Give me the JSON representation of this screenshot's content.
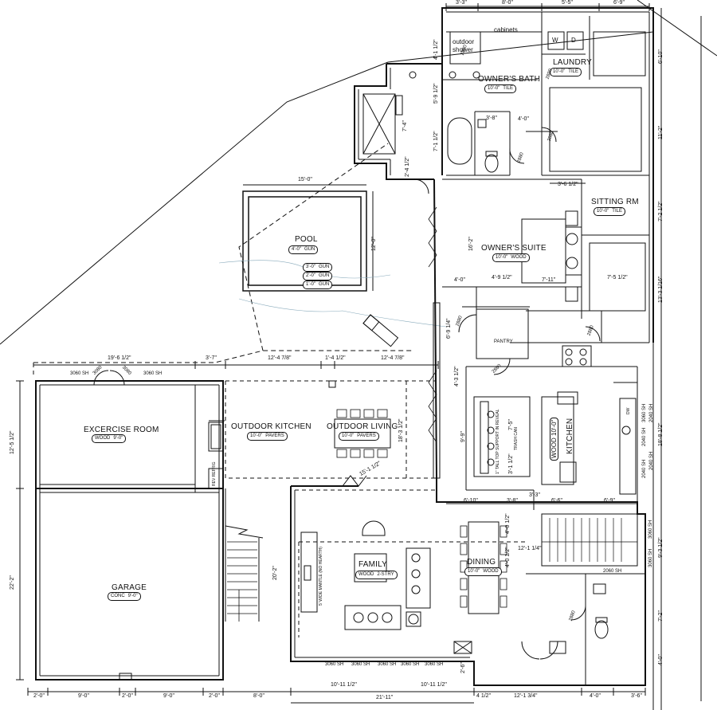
{
  "rooms": {
    "exercise_room": {
      "name": "EXCERCISE ROOM",
      "tag_left": "WOOD",
      "tag_right": "9'-0\""
    },
    "garage": {
      "name": "GARAGE",
      "tag_left": "CONC",
      "tag_right": "9'-0\""
    },
    "pool": {
      "name": "POOL",
      "tag_left": "4'-0\"",
      "tag_right": "GUN",
      "depths": [
        "3'-0\"",
        "2'-0\"",
        "1'-0\""
      ],
      "depth_finish": "GUN"
    },
    "outdoor_kitchen": {
      "name": "OUTDOOR KITCHEN",
      "tag_left": "10'-0\"",
      "tag_right": "PAVERS"
    },
    "outdoor_living": {
      "name": "OUTDOOR LIVING",
      "tag_left": "10'-0\"",
      "tag_right": "PAVERS"
    },
    "owners_bath": {
      "name": "OWNER'S BATH",
      "tag_left": "10'-0\"",
      "tag_right": "TILE"
    },
    "laundry": {
      "name": "LAUNDRY",
      "tag_left": "10'-0\"",
      "tag_right": "TILE"
    },
    "sitting_rm": {
      "name": "SITTING RM",
      "tag_left": "10'-0\"",
      "tag_right": "TILE"
    },
    "owners_suite": {
      "name": "OWNER'S SUITE",
      "tag_left": "10'-0\"",
      "tag_right": "WOOD"
    },
    "family": {
      "name": "FAMILY",
      "tag_left": "WOOD",
      "tag_right": "2-STRY"
    },
    "dining": {
      "name": "DINING",
      "tag_left": "10'-0\"",
      "tag_right": "WOOD"
    },
    "kitchen": {
      "name": "KITCHEN",
      "tag_text": "WOOD 10'-0\""
    }
  },
  "labels": {
    "outdoor_shower": "outdoor shower",
    "cabinets": "cabinets",
    "washer": "W",
    "dryer": "D",
    "pantry": "PANTRY",
    "rev_refrig": "REV REFRIG",
    "tall_top": "1\" TALL TOP SUPPORT IN REVEAL",
    "trash_can": "TRASH CAN",
    "mantle": "5' WIDE MANTLE (NO HEARTH)",
    "dw": "DW"
  },
  "dims": {
    "top": [
      "3'-3\"",
      "8'-0\"",
      "5'-5\"",
      "6'-9\""
    ],
    "right": [
      "6'-10\"",
      "11'-2\"",
      "7'-2 1/2\"",
      "13'-3 1/16\"",
      "18'-8 1/2\"",
      "9'-3 1/2\"",
      "7'-2\"",
      "4'-0\""
    ],
    "mid_top": [
      "19'-6 1/2\"",
      "3'-7\"",
      "12'-4 7/8\"",
      "1'-4 1/2\"",
      "12'-4 7/8\""
    ],
    "bottom": [
      "2'-0\"",
      "9'-0\"",
      "2'-0\"",
      "9'-0\"",
      "2'-0\"",
      "8'-0\"",
      "10'-11 1/2\"",
      "21'-11\"",
      "10'-11 1/2\"",
      "4 1/2\"",
      "12'-1 3/4\"",
      "4'-0\"",
      "3'-6\""
    ],
    "left": [
      "12'-5 1/2\"",
      "22'-2\""
    ],
    "pool_w": "15'-0\"",
    "pool_h": "12'-0\"",
    "bath": [
      "4'-1 1/2\"",
      "5'-9 1/2\"",
      "7'-4\"",
      "7'-1 1/2\"",
      "2'-4 1/2\"",
      "3'-8\"",
      "4'-0\"",
      "3'-6 1/2\""
    ],
    "suite": [
      "16'-2\"",
      "4'-0\"",
      "4'-9 1/2\"",
      "7'-11\"",
      "7'-5 1/2\""
    ],
    "kitchen": [
      "4'-3 1/2\"",
      "6'-9 1/4\"",
      "9'-9\"",
      "7'-5\"",
      "3'-1 1/2\"",
      "6'-10\"",
      "3'-8\"",
      "3'-3\"",
      "6'-6\"",
      "6'-9\""
    ],
    "family": [
      "20'-2\"",
      "18'-3 1/2\"",
      "15'-1 1/2\"",
      "4'-0 1/2\"",
      "4'-0 1/2\"",
      "2'-6\"",
      "12'-1 1/4\""
    ]
  },
  "windows": {
    "exercise": [
      "3060 SH",
      "3080",
      "3080",
      "3060 SH"
    ],
    "family_bottom": [
      "3060 SH",
      "3060 SH",
      "3060 SH",
      "3060 SH",
      "3060 SH"
    ],
    "right_wall": [
      "3060 SH",
      "2040 SH",
      "2040 SH",
      "2040 SH",
      "2040 SH",
      "3060 SH",
      "3060 SH"
    ],
    "stair": "2060 SH",
    "doors": [
      "2880",
      "2880",
      "2880",
      "2880",
      "2880",
      "2880",
      "2880",
      "2880"
    ]
  }
}
